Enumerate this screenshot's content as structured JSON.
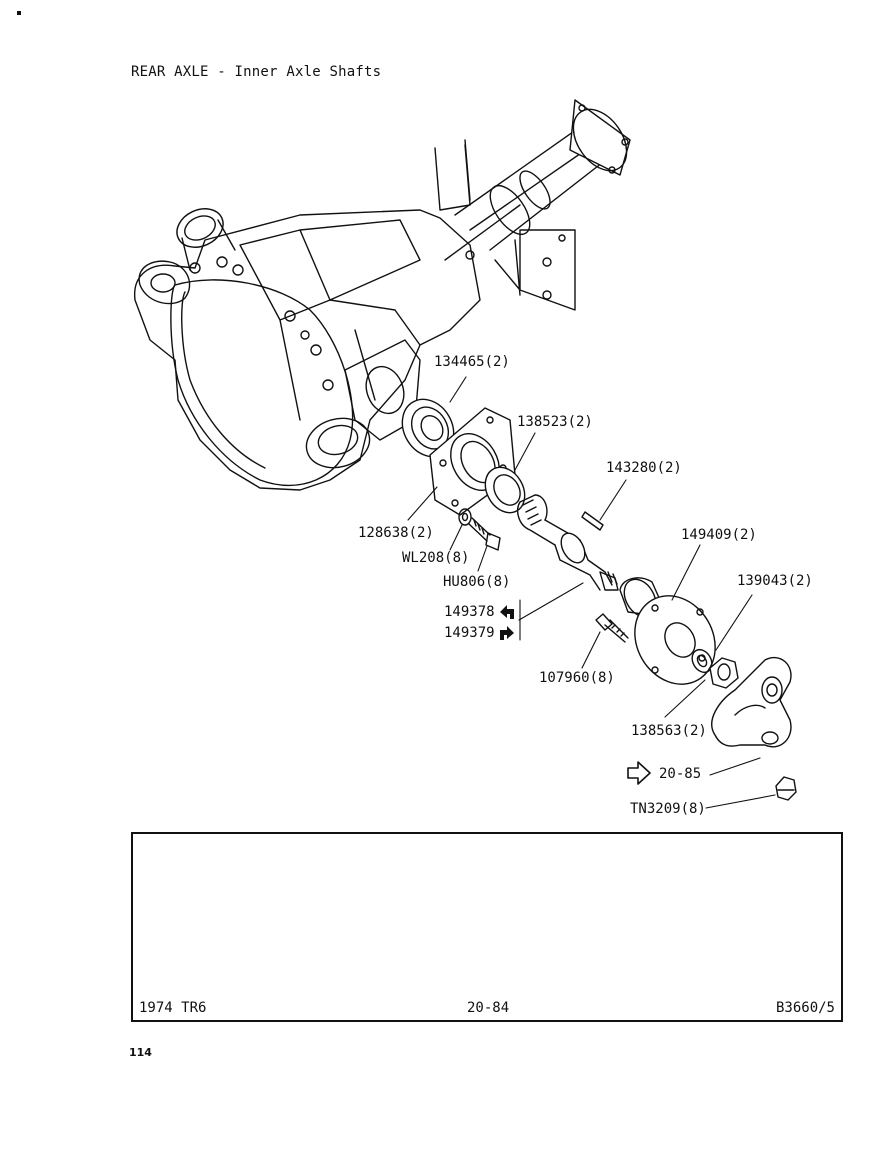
{
  "header": {
    "title": "REAR AXLE - Inner Axle Shafts"
  },
  "parts": {
    "p134465": "134465(2)",
    "p138523": "138523(2)",
    "p143280": "143280(2)",
    "p149409": "149409(2)",
    "p139043": "139043(2)",
    "p128638": "128638(2)",
    "pWL208": "WL208(8)",
    "pHU806": "HU806(8)",
    "p149378": "149378",
    "p149379": "149379",
    "p107960": "107960(8)",
    "p138563": "138563(2)",
    "p2085": "20-85",
    "pTN3209": "TN3209(8)"
  },
  "footer": {
    "model": "1974 TR6",
    "page_ref": "20-84",
    "code": "B3660/5"
  },
  "page_number": "114"
}
